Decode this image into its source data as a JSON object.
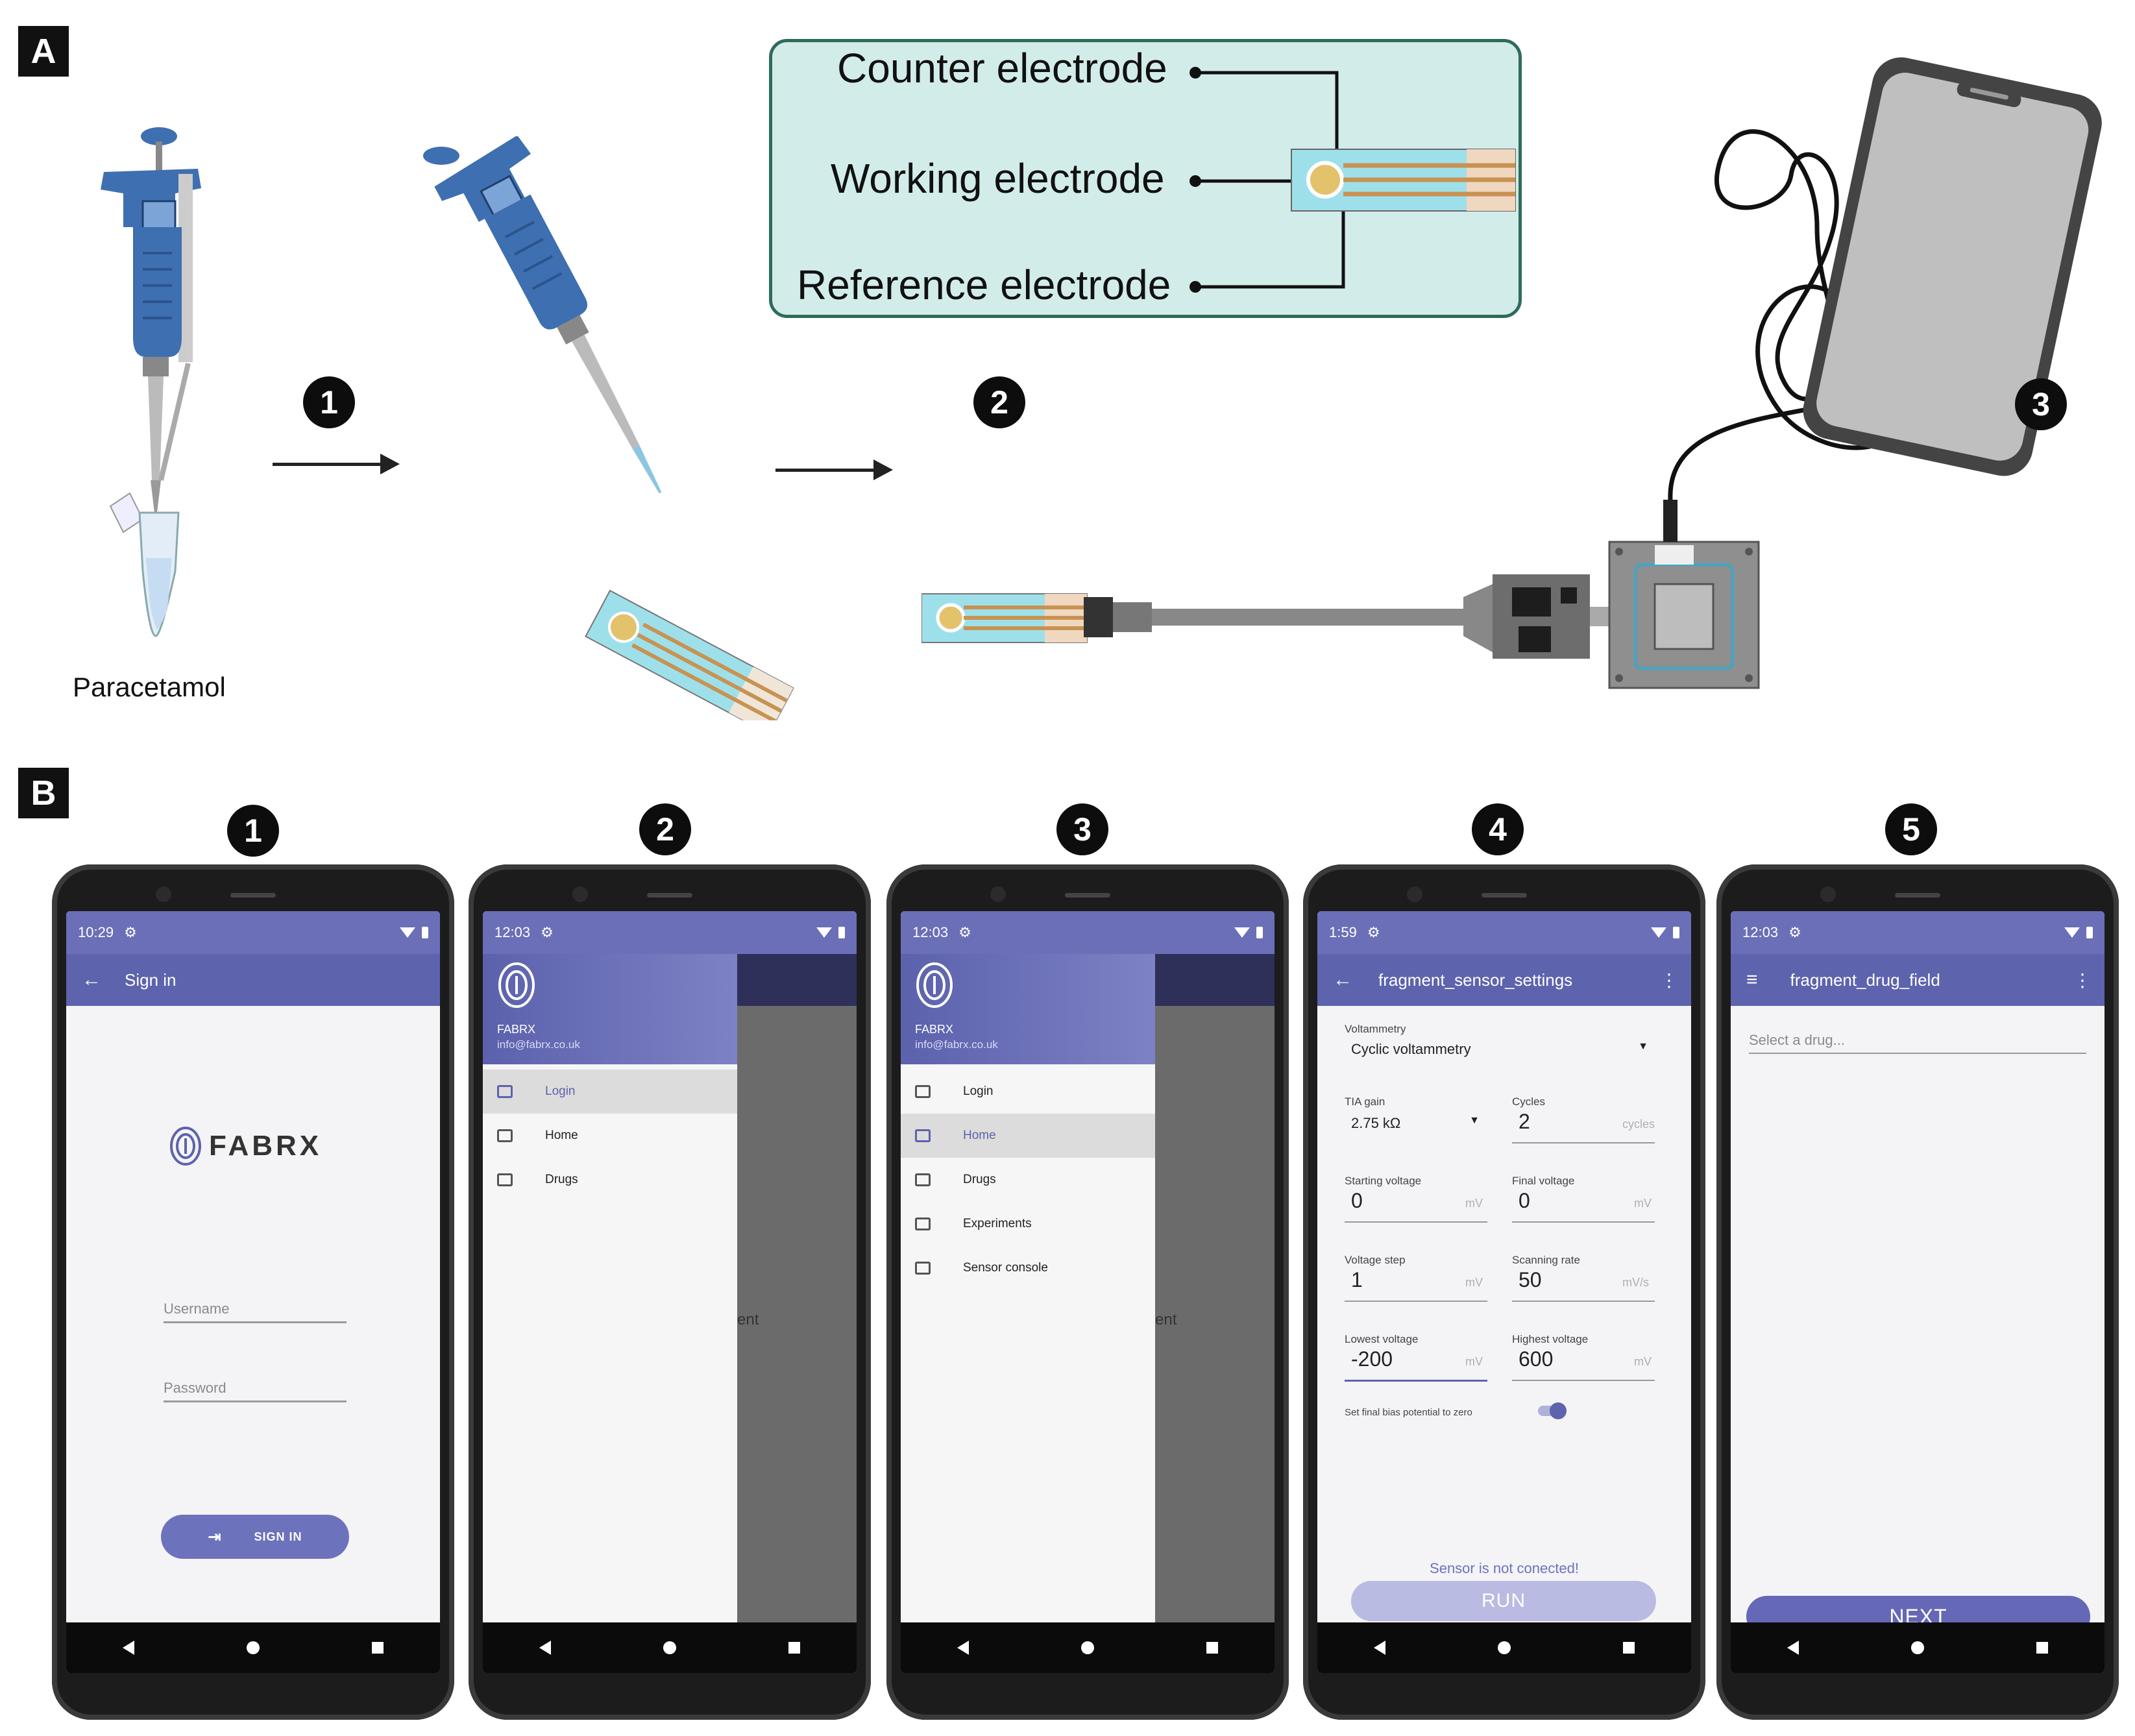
{
  "panels": {
    "a": "A",
    "b": "B"
  },
  "steps": [
    "1",
    "2",
    "3"
  ],
  "phone_steps": [
    "1",
    "2",
    "3",
    "4",
    "5"
  ],
  "electrodes": {
    "counter": "Counter electrode",
    "working": "Working electrode",
    "reference": "Reference electrode"
  },
  "sample_label": "Paracetamol",
  "colors": {
    "app_primary": "#5d63ad",
    "status_bar": "#6a6fb8",
    "electrode_box": "#d2ecea",
    "pipette": "#3e6fb0"
  },
  "phone1": {
    "time": "10:29",
    "title": "Sign in",
    "brand": "FABRX",
    "username_placeholder": "Username",
    "password_placeholder": "Password",
    "signin_label": "SIGN IN"
  },
  "phone2": {
    "time": "12:03",
    "brand": "FABRX",
    "email": "info@fabrx.co.uk",
    "items": [
      "Login",
      "Home",
      "Drugs"
    ],
    "bg_fragment": "ent"
  },
  "phone3": {
    "time": "12:03",
    "brand": "FABRX",
    "email": "info@fabrx.co.uk",
    "items": [
      "Login",
      "Home",
      "Drugs",
      "Experiments",
      "Sensor console"
    ],
    "bg_fragment": "ent"
  },
  "phone4": {
    "time": "1:59",
    "title": "fragment_sensor_settings",
    "voltammetry_label": "Voltammetry",
    "voltammetry_value": "Cyclic voltammetry",
    "tia_label": "TIA gain",
    "tia_value": "2.75 kΩ",
    "cycles_label": "Cycles",
    "cycles_value": "2",
    "cycles_unit": "cycles",
    "start_label": "Starting voltage",
    "start_value": "0",
    "final_label": "Final voltage",
    "final_value": "0",
    "step_label": "Voltage step",
    "step_value": "1",
    "rate_label": "Scanning rate",
    "rate_value": "50",
    "rate_unit": "mV/s",
    "low_label": "Lowest voltage",
    "low_value": "-200",
    "high_label": "Highest voltage",
    "high_value": "600",
    "unit_mv": "mV",
    "bias_label": "Set final bias potential to zero",
    "status": "Sensor is not conected!",
    "run_label": "RUN"
  },
  "phone5": {
    "time": "12:03",
    "title": "fragment_drug_field",
    "placeholder": "Select a drug...",
    "next_label": "NEXT"
  }
}
